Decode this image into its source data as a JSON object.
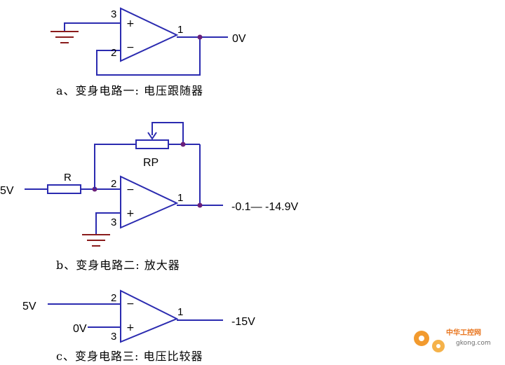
{
  "circuit_a": {
    "pin_noninv": "3",
    "pin_inv": "2",
    "pin_out": "1",
    "sym_plus": "+",
    "sym_minus": "−",
    "output_label": "0V",
    "caption": "a、变身电路一: 电压跟随器"
  },
  "circuit_b": {
    "input_label": "5V",
    "resistor_label": "R",
    "pot_label": "RP",
    "pin_inv": "2",
    "pin_noninv": "3",
    "pin_out": "1",
    "sym_plus": "+",
    "sym_minus": "−",
    "output_label": "-0.1— -14.9V",
    "caption": "b、变身电路二: 放大器"
  },
  "circuit_c": {
    "input_top_label": "5V",
    "input_bottom_label": "0V",
    "pin_inv": "2",
    "pin_noninv": "3",
    "pin_out": "1",
    "sym_plus": "+",
    "sym_minus": "−",
    "output_label": "-15V",
    "caption": "c、变身电路三: 电压比较器"
  },
  "watermark": {
    "name": "中华工控网",
    "url": "gkong.com",
    "gear_color": "#f29a2e"
  }
}
